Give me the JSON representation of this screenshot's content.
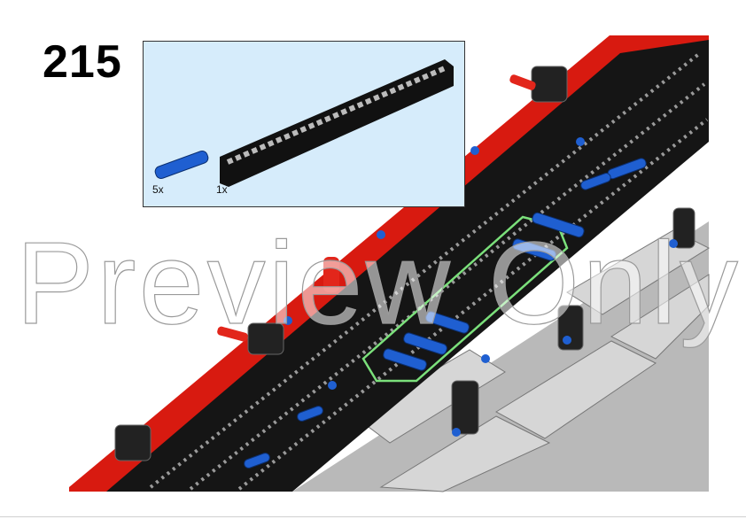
{
  "step": {
    "number": "215"
  },
  "parts_list": {
    "items": [
      {
        "part": "blue-pin",
        "quantity": "5x",
        "color": "#1f5fd1"
      },
      {
        "part": "black-beam-15",
        "quantity": "1x",
        "color": "#111111"
      }
    ],
    "background": "#d6ecfb"
  },
  "watermark": {
    "text": "Preview Only"
  },
  "colors": {
    "red_frame": "#d81a10",
    "beam_black": "#111111",
    "light_gray": "#c8c8c8",
    "pin_blue": "#1f5fd1",
    "highlight": "#7be07b"
  }
}
